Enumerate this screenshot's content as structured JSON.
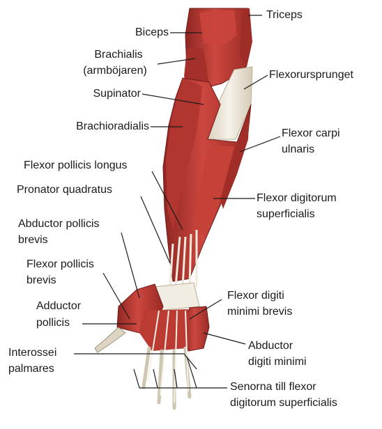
{
  "labels": {
    "triceps": "Triceps",
    "biceps": "Biceps",
    "brachialis_1": "Brachialis",
    "brachialis_2": "(armböjaren)",
    "flexorursprunget": "Flexorursprunget",
    "supinator": "Supinator",
    "brachioradialis": "Brachioradialis",
    "flexor_carpi_1": "Flexor carpi",
    "flexor_carpi_2": "ulnaris",
    "flexor_pollicis_longus": "Flexor pollicis longus",
    "pronator_quadratus": "Pronator quadratus",
    "flexor_digitorum_1": "Flexor digitorum",
    "flexor_digitorum_2": "superficialis",
    "abductor_pollicis_1": "Abductor pollicis",
    "abductor_pollicis_2": "brevis",
    "flexor_pollicis_brevis_1": "Flexor pollicis",
    "flexor_pollicis_brevis_2": "brevis",
    "flexor_digiti_1": "Flexor digiti",
    "flexor_digiti_2": "minimi brevis",
    "adductor_1": "Adductor",
    "adductor_2": "pollicis",
    "abductor_digiti_1": "Abductor",
    "abductor_digiti_2": "digiti minimi",
    "interossei_1": "Interossei",
    "interossei_2": "palmares",
    "senorna_1": "Senorna till flexor",
    "senorna_2": "digitorum superficialis"
  },
  "colors": {
    "muscle": "#b8352f",
    "muscle_light": "#d9574c",
    "muscle_dark": "#7f1f1c",
    "tendon": "#efe9dc",
    "bone": "#ddd4c2",
    "leader": "#1a1a1a"
  }
}
